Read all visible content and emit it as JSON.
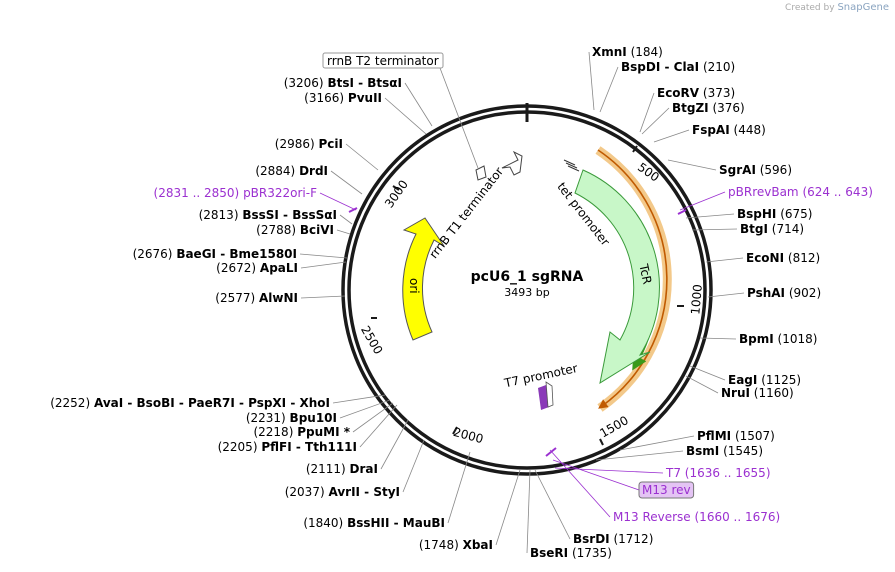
{
  "credit": {
    "prefix": "Created by",
    "brand": "SnapGene"
  },
  "plasmid": {
    "name": "pcU6_1 sgRNA",
    "size": "3493 bp"
  },
  "ring_ticks": [
    "500",
    "1000",
    "1500",
    "2000",
    "2500",
    "3000"
  ],
  "features": {
    "tcr": "TcR",
    "ori": "ori",
    "tet_promoter": "tet promoter",
    "t7_promoter": "T7 promoter",
    "rrnb_t1": "rrnB T1 terminator",
    "rrnb_t2": "rrnB T2 terminator"
  },
  "sites_right": [
    {
      "name": "XmnI",
      "pos": "(184)"
    },
    {
      "name": "BspDI  -  ClaI",
      "pos": "(210)"
    },
    {
      "name": "EcoRV",
      "pos": "(373)"
    },
    {
      "name": "BtgZI",
      "pos": "(376)"
    },
    {
      "name": "FspAI",
      "pos": "(448)"
    },
    {
      "name": "SgrAI",
      "pos": "(596)"
    },
    {
      "name": "pBRrevBam",
      "pos": "(624 .. 643)",
      "primer": true
    },
    {
      "name": "BspHI",
      "pos": "(675)"
    },
    {
      "name": "BtgI",
      "pos": "(714)"
    },
    {
      "name": "EcoNI",
      "pos": "(812)"
    },
    {
      "name": "PshAI",
      "pos": "(902)"
    },
    {
      "name": "BpmI",
      "pos": "(1018)"
    },
    {
      "name": "EagI",
      "pos": "(1125)"
    },
    {
      "name": "NruI",
      "pos": "(1160)"
    },
    {
      "name": "PflMI",
      "pos": "(1507)"
    },
    {
      "name": "BsmI",
      "pos": "(1545)"
    },
    {
      "name": "T7",
      "pos": "(1636 .. 1655)",
      "primer": true
    },
    {
      "name": "M13 rev",
      "pos": "",
      "primer": true,
      "boxed": true
    },
    {
      "name": "M13 Reverse",
      "pos": "(1660 .. 1676)",
      "primer": true
    },
    {
      "name": "BsrDI",
      "pos": "(1712)"
    },
    {
      "name": "BseRI",
      "pos": "(1735)"
    }
  ],
  "sites_left": [
    {
      "name": "BtsI  -  BtsαI",
      "pos": "(3206)"
    },
    {
      "name": "PvuII",
      "pos": "(3166)"
    },
    {
      "name": "PciI",
      "pos": "(2986)"
    },
    {
      "name": "DrdI",
      "pos": "(2884)"
    },
    {
      "name": "pBR322ori-F",
      "pos": "(2831 .. 2850)",
      "primer": true
    },
    {
      "name": "BssSI  -  BssSαI",
      "pos": "(2813)"
    },
    {
      "name": "BciVI",
      "pos": "(2788)"
    },
    {
      "name": "BaeGI  -  Bme1580I",
      "pos": "(2676)"
    },
    {
      "name": "ApaLI",
      "pos": "(2672)"
    },
    {
      "name": "AlwNI",
      "pos": "(2577)"
    },
    {
      "name": "AvaI  -  BsoBI  -  PaeR7I  -  PspXI  -  XhoI",
      "pos": "(2252)"
    },
    {
      "name": "Bpu10I",
      "pos": "(2231)"
    },
    {
      "name": "PpuMI *",
      "pos": "(2218)"
    },
    {
      "name": "PflFI  -  Tth111I",
      "pos": "(2205)"
    },
    {
      "name": "DraI",
      "pos": "(2111)"
    },
    {
      "name": "AvrII  -  StyI",
      "pos": "(2037)"
    },
    {
      "name": "BssHII  -  MauBI",
      "pos": "(1840)"
    },
    {
      "name": "XbaI",
      "pos": "(1748)"
    }
  ],
  "colors": {
    "ring": "#1a1a1a",
    "tcr_fill": "#c8f7c8",
    "ori_fill": "#ffff00",
    "orange": "#e89a2a",
    "primer": "#9b30d0",
    "green_arrow": "#3a9a1a"
  }
}
